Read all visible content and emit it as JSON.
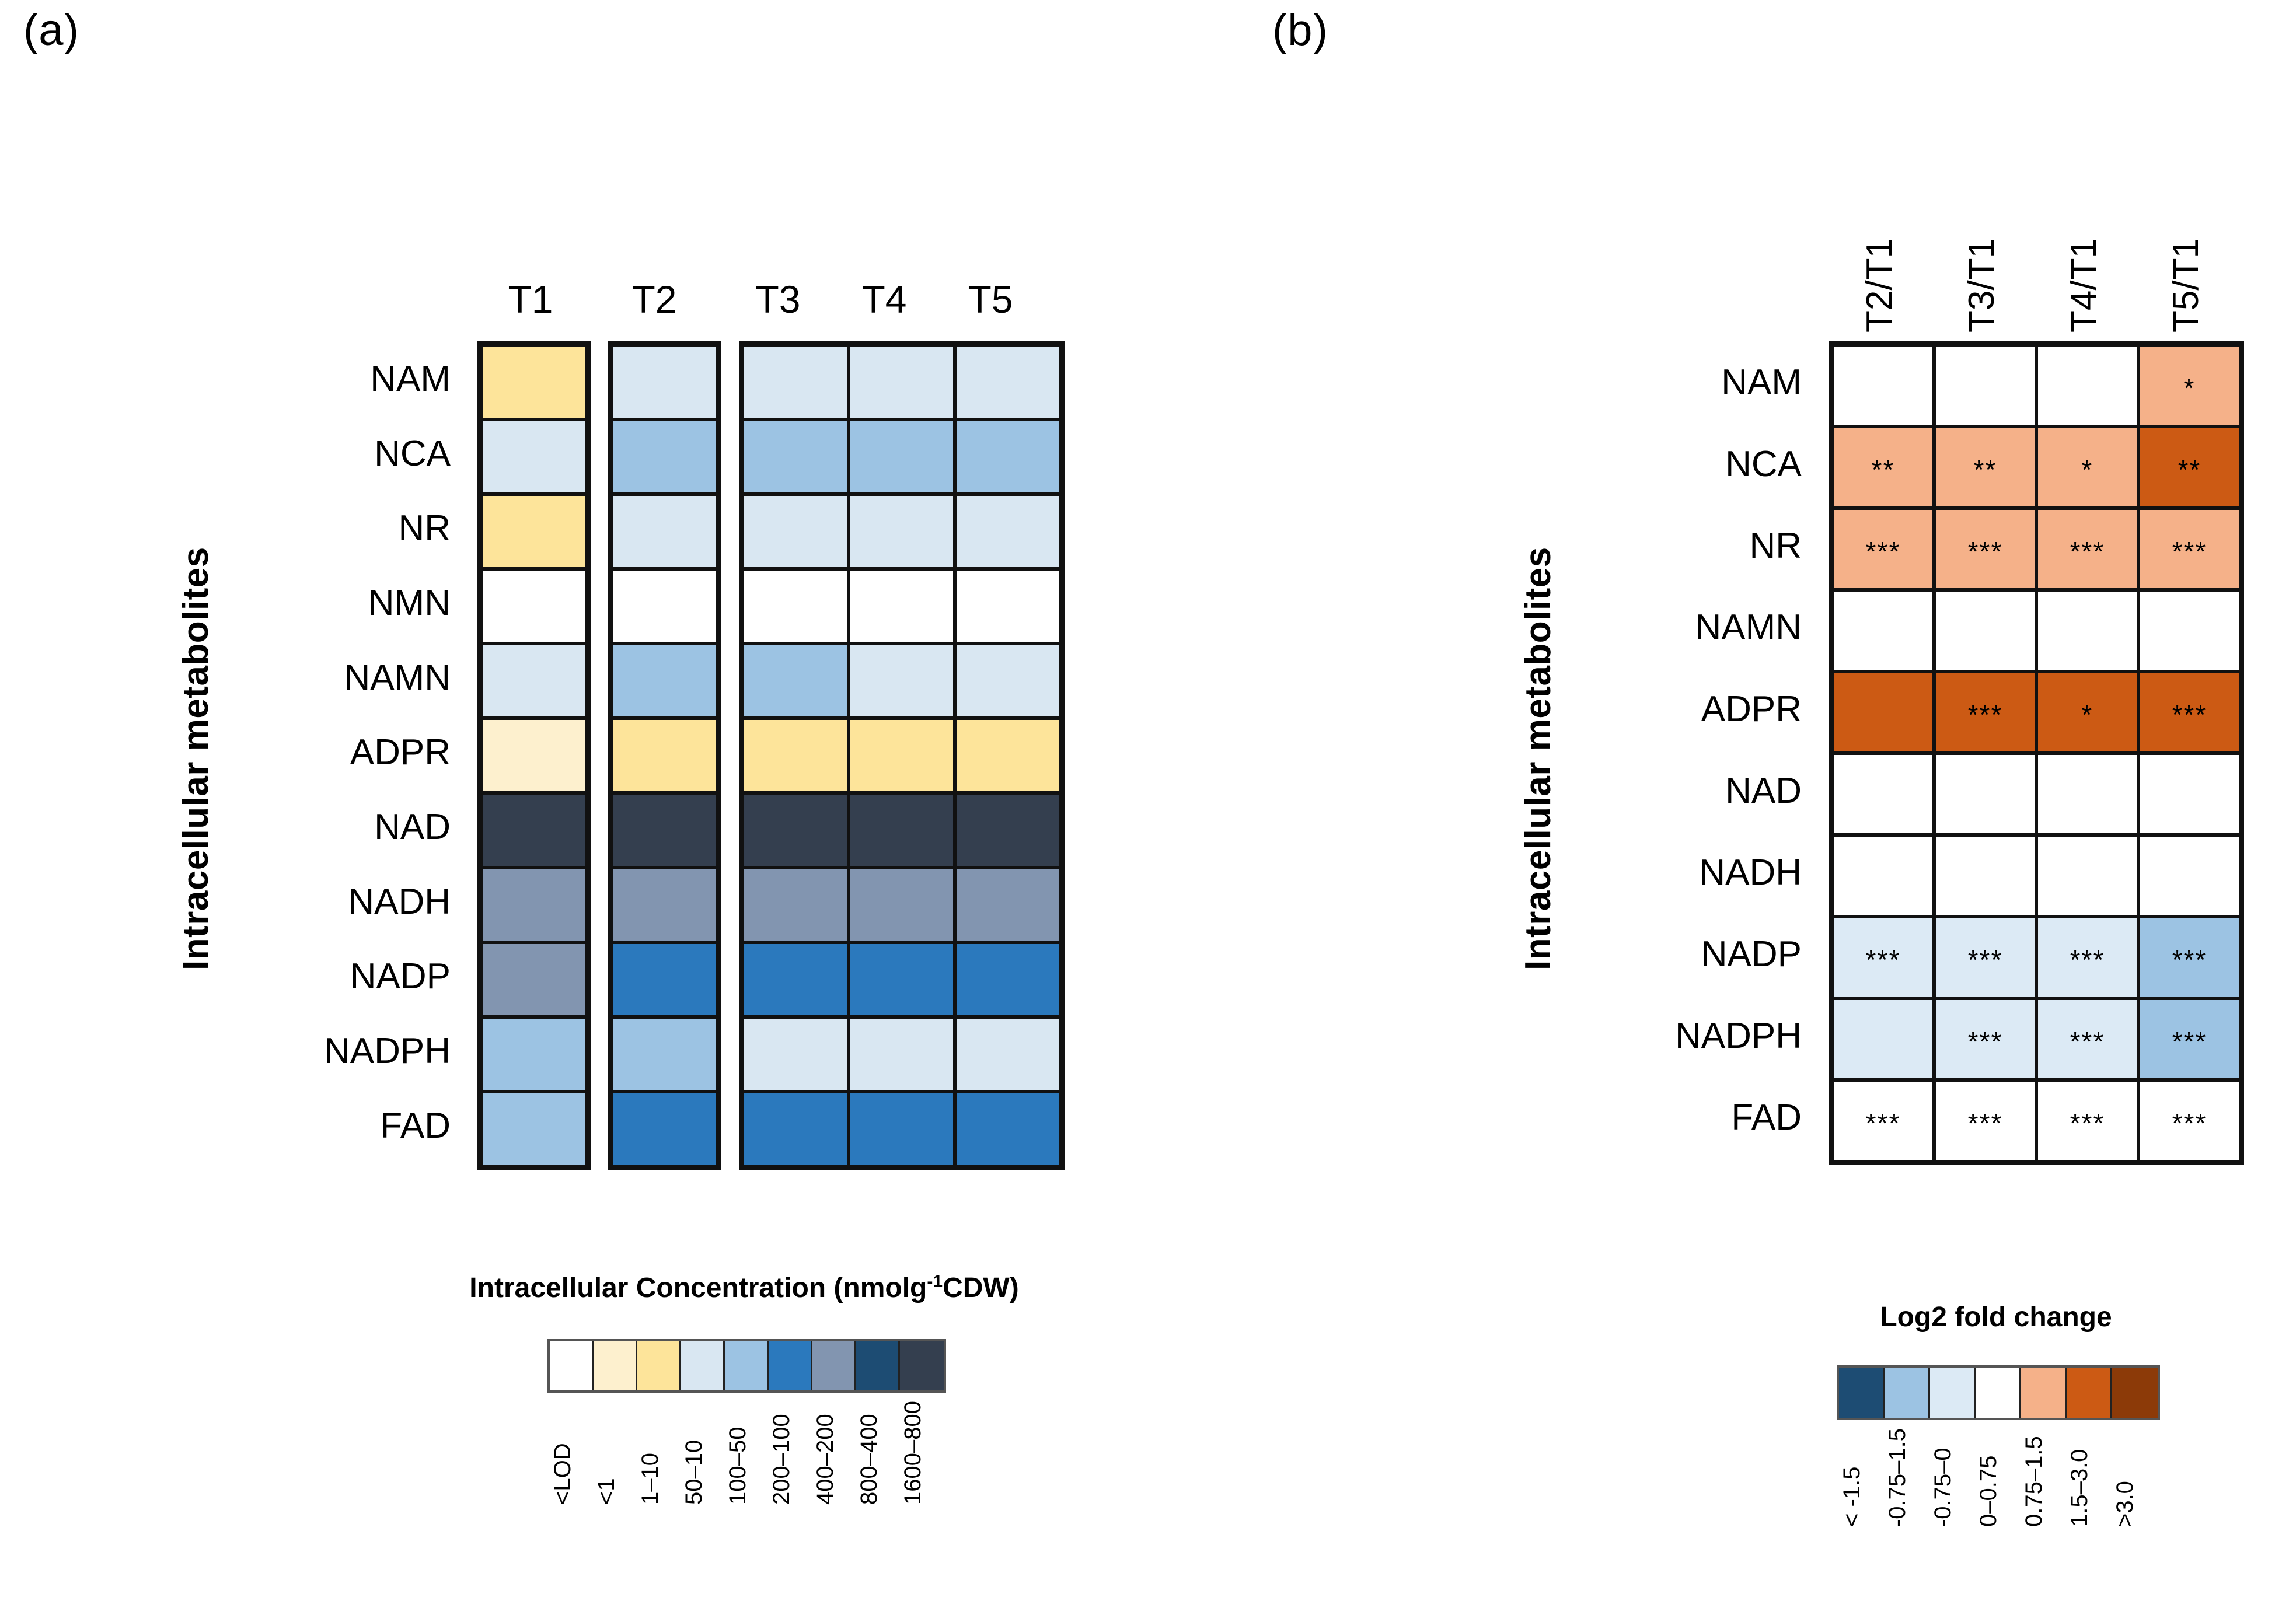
{
  "figure": {
    "panel_a_label": "(a)",
    "panel_b_label": "(b)",
    "axis_title": "Intracellular metabolites"
  },
  "chart_data": [
    {
      "type": "heatmap",
      "panel": "(a)",
      "title": "Intracellular Concentration (nmolg-1CDW)",
      "ylabel": "Intracellular metabolites",
      "xlabel": "",
      "column_groups": [
        [
          "T1"
        ],
        [
          "T2"
        ],
        [
          "T3",
          "T4",
          "T5"
        ]
      ],
      "columns": [
        "T1",
        "T2",
        "T3",
        "T4",
        "T5"
      ],
      "rows": [
        "NAM",
        "NCA",
        "NR",
        "NMN",
        "NAMN",
        "ADPR",
        "NAD",
        "NADH",
        "NADP",
        "NADPH",
        "FAD"
      ],
      "bin_labels": [
        "<LOD",
        "<1",
        "1–10",
        "50–10",
        "100–50",
        "200–100",
        "400–200",
        "800–400",
        "1600–800"
      ],
      "bin_colors": [
        "#FFFFFF",
        "#FDF0CE",
        "#FDE49A",
        "#D9E7F2",
        "#9CC3E3",
        "#2B79BD",
        "#8295B0",
        "#1D4C73",
        "#343F4F"
      ],
      "values": [
        [
          "1–10",
          "100–50",
          "100–50",
          "100–50",
          "100–50"
        ],
        [
          "100–50",
          "200–100",
          "200–100",
          "200–100",
          "200–100"
        ],
        [
          "1–10",
          "100–50",
          "100–50",
          "100–50",
          "100–50"
        ],
        [
          "<LOD",
          "<LOD",
          "<LOD",
          "<LOD",
          "<LOD"
        ],
        [
          "100–50",
          "200–100",
          "200–100",
          "100–50",
          "100–50"
        ],
        [
          "<1",
          "1–10",
          "1–10",
          "1–10",
          "1–10"
        ],
        [
          "1600–800",
          "1600–800",
          "1600–800",
          "1600–800",
          "1600–800"
        ],
        [
          "400–200",
          "400–200",
          "400–200",
          "400–200",
          "400–200"
        ],
        [
          "400–200",
          "200–100",
          "200–100",
          "200–100",
          "200–100"
        ],
        [
          "200–100",
          "200–100",
          "100–50",
          "100–50",
          "100–50"
        ],
        [
          "200–100",
          "200–100",
          "200–100",
          "200–100",
          "200–100"
        ]
      ],
      "cell_colors": [
        [
          "#FDE49A",
          "#D9E7F2",
          "#D9E7F2",
          "#D9E7F2",
          "#D9E7F2"
        ],
        [
          "#D9E7F2",
          "#9CC3E3",
          "#9CC3E3",
          "#9CC3E3",
          "#9CC3E3"
        ],
        [
          "#FDE49A",
          "#D9E7F2",
          "#D9E7F2",
          "#D9E7F2",
          "#D9E7F2"
        ],
        [
          "#FFFFFF",
          "#FFFFFF",
          "#FFFFFF",
          "#FFFFFF",
          "#FFFFFF"
        ],
        [
          "#D9E7F2",
          "#9CC3E3",
          "#9CC3E3",
          "#D9E7F2",
          "#D9E7F2"
        ],
        [
          "#FDF0CE",
          "#FDE49A",
          "#FDE49A",
          "#FDE49A",
          "#FDE49A"
        ],
        [
          "#343F4F",
          "#343F4F",
          "#343F4F",
          "#343F4F",
          "#343F4F"
        ],
        [
          "#8295B0",
          "#8295B0",
          "#8295B0",
          "#8295B0",
          "#8295B0"
        ],
        [
          "#8295B0",
          "#2B79BD",
          "#2B79BD",
          "#2B79BD",
          "#2B79BD"
        ],
        [
          "#9CC3E3",
          "#9CC3E3",
          "#D9E7F2",
          "#D9E7F2",
          "#D9E7F2"
        ],
        [
          "#9CC3E3",
          "#2B79BD",
          "#2B79BD",
          "#2B79BD",
          "#2B79BD"
        ]
      ]
    },
    {
      "type": "heatmap",
      "panel": "(b)",
      "title": "Log2 fold change",
      "ylabel": "Intracellular metabolites",
      "xlabel": "",
      "columns": [
        "T2/T1",
        "T3/T1",
        "T4/T1",
        "T5/T1"
      ],
      "rows": [
        "NAM",
        "NCA",
        "NR",
        "NAMN",
        "ADPR",
        "NAD",
        "NADH",
        "NADP",
        "NADPH",
        "FAD"
      ],
      "bin_labels": [
        "< -1.5",
        "-0.75–1.5",
        "-0.75–0",
        "0–0.75",
        "0.75–1.5",
        "1.5–3.0",
        ">3.0"
      ],
      "bin_colors": [
        "#1D4C73",
        "#9CC3E3",
        "#DCEAF5",
        "#FFFFFF",
        "#F5B189",
        "#CC5A14",
        "#8C3A08"
      ],
      "values": [
        [
          "0–0.75",
          "0–0.75",
          "0–0.75",
          "0.75–1.5"
        ],
        [
          "0.75–1.5",
          "0.75–1.5",
          "0.75–1.5",
          "1.5–3.0"
        ],
        [
          "0.75–1.5",
          "0.75–1.5",
          "0.75–1.5",
          "0.75–1.5"
        ],
        [
          "0–0.75",
          "0–0.75",
          "0–0.75",
          "0–0.75"
        ],
        [
          "1.5–3.0",
          "1.5–3.0",
          "1.5–3.0",
          "1.5–3.0"
        ],
        [
          "0–0.75",
          "0–0.75",
          "0–0.75",
          "0–0.75"
        ],
        [
          "0–0.75",
          "0–0.75",
          "0–0.75",
          "0–0.75"
        ],
        [
          "-0.75–0",
          "-0.75–0",
          "-0.75–0",
          "-0.75–1.5"
        ],
        [
          "-0.75–0",
          "-0.75–0",
          "-0.75–0",
          "-0.75–1.5"
        ],
        [
          "0–0.75",
          "0–0.75",
          "0–0.75",
          "0–0.75"
        ]
      ],
      "cell_colors": [
        [
          "#FFFFFF",
          "#FFFFFF",
          "#FFFFFF",
          "#F5B189"
        ],
        [
          "#F5B189",
          "#F5B189",
          "#F5B189",
          "#CC5A14"
        ],
        [
          "#F5B189",
          "#F5B189",
          "#F5B189",
          "#F5B189"
        ],
        [
          "#FFFFFF",
          "#FFFFFF",
          "#FFFFFF",
          "#FFFFFF"
        ],
        [
          "#CC5A14",
          "#CC5A14",
          "#CC5A14",
          "#CC5A14"
        ],
        [
          "#FFFFFF",
          "#FFFFFF",
          "#FFFFFF",
          "#FFFFFF"
        ],
        [
          "#FFFFFF",
          "#FFFFFF",
          "#FFFFFF",
          "#FFFFFF"
        ],
        [
          "#DCEAF5",
          "#DCEAF5",
          "#DCEAF5",
          "#9CC3E3"
        ],
        [
          "#DCEAF5",
          "#DCEAF5",
          "#DCEAF5",
          "#9CC3E3"
        ],
        [
          "#FFFFFF",
          "#FFFFFF",
          "#FFFFFF",
          "#FFFFFF"
        ]
      ],
      "significance": [
        [
          "",
          "",
          "",
          "*"
        ],
        [
          "**",
          "**",
          "*",
          "**"
        ],
        [
          "***",
          "***",
          "***",
          "***"
        ],
        [
          "",
          "",
          "",
          ""
        ],
        [
          "",
          "***",
          "*",
          "***"
        ],
        [
          "",
          "",
          "",
          ""
        ],
        [
          "",
          "",
          "",
          ""
        ],
        [
          "***",
          "***",
          "***",
          "***"
        ],
        [
          "",
          "***",
          "***",
          "***"
        ],
        [
          "***",
          "***",
          "***",
          "***"
        ]
      ]
    }
  ]
}
